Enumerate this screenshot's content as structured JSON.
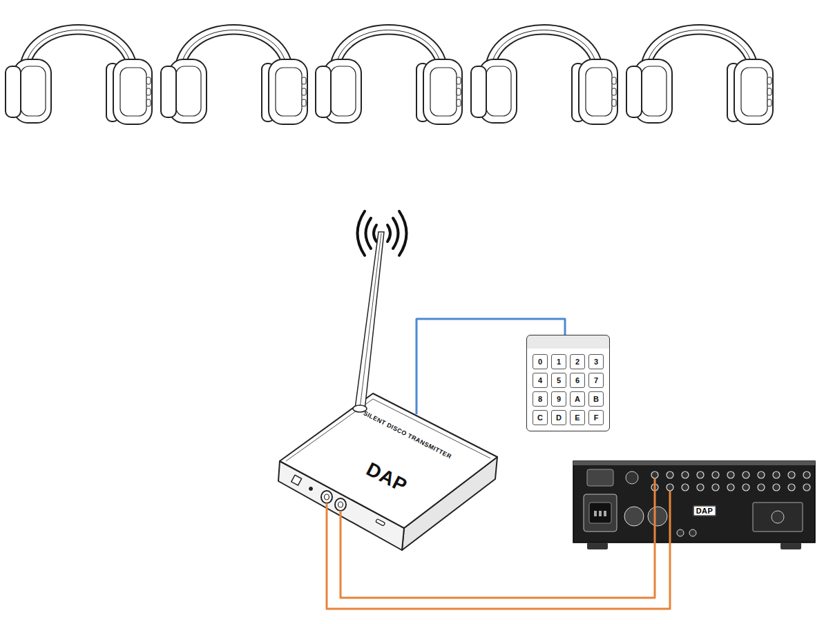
{
  "diagram": {
    "nodes": [
      {
        "text": [
          "SILENT DISCO TRANSMITTER",
          "DAP"
        ]
      },
      {
        "text": [
          "0",
          "1",
          "2",
          "3",
          "4",
          "5",
          "6",
          "7",
          "8",
          "9",
          "A",
          "B",
          "C",
          "D",
          "E",
          "F"
        ]
      },
      {
        "text": [
          "DAP"
        ]
      }
    ],
    "edges": [
      {
        "from": 0,
        "to": 1,
        "arrow": "none"
      },
      {
        "from": 0,
        "to": 2,
        "arrow": "none"
      },
      {
        "from": 0,
        "to": 2,
        "arrow": "none"
      }
    ]
  }
}
